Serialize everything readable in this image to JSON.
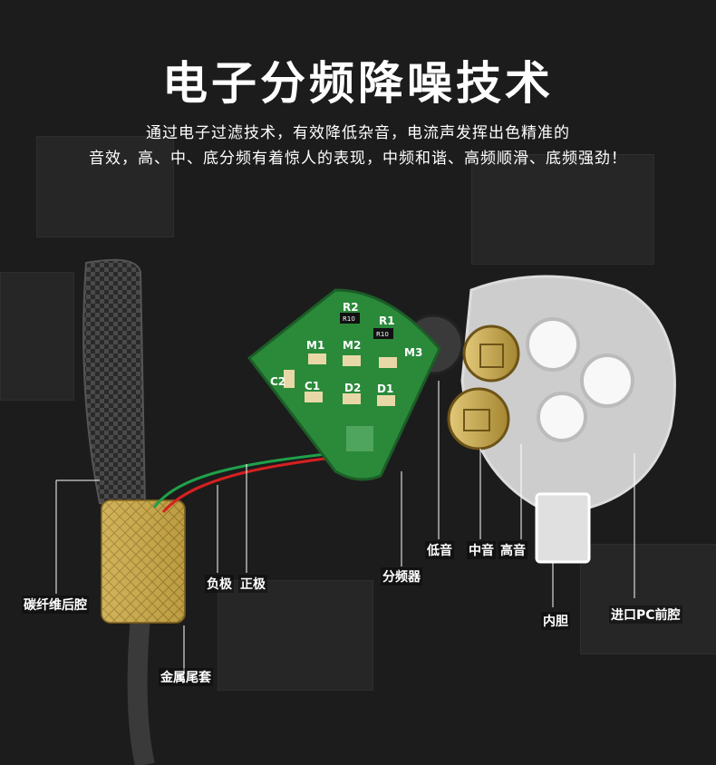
{
  "header": {
    "title": "电子分频降噪技术",
    "description_line1": "通过电子过滤技术，有效降低杂音，电流声发挥出色精准的",
    "description_line2": "音效，高、中、底分频有着惊人的表现，中频和谐、高频顺滑、底频强劲！"
  },
  "pcb": {
    "labels": [
      "R2",
      "R1",
      "M1",
      "M2",
      "M3",
      "C2",
      "C1",
      "D2",
      "D1"
    ],
    "resistor_text": [
      "R10",
      "R10"
    ],
    "color": "#2a8a3a"
  },
  "callouts": {
    "carbon_back_cavity": "碳纤维后腔",
    "metal_tail_sleeve": "金属尾套",
    "negative_pole": "负极",
    "positive_pole": "正极",
    "crossover": "分频器",
    "bass": "低音",
    "mid": "中音",
    "treble": "高音",
    "inner_chamber": "内胆",
    "front_cavity": "进口PC前腔"
  },
  "colors": {
    "background": "#1c1c1c",
    "text": "#ffffff",
    "gold": "#c9a84a",
    "carbon": "#2b2b2b"
  }
}
